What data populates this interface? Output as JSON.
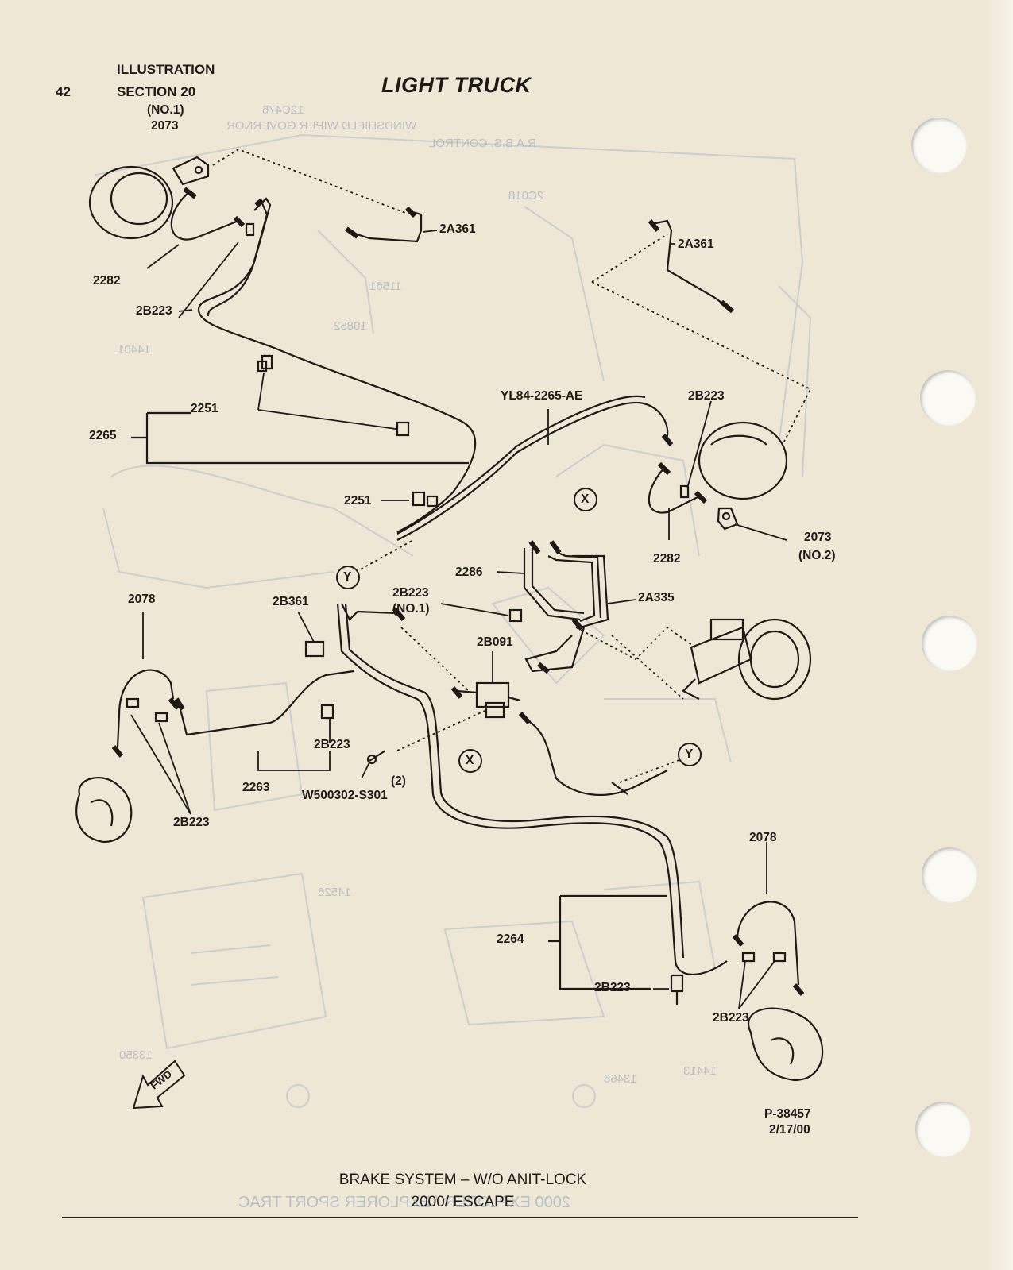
{
  "header": {
    "page_number": "42",
    "section_line1": "ILLUSTRATION",
    "section_line2": "SECTION 20",
    "title": "LIGHT TRUCK"
  },
  "footer": {
    "caption_line1": "BRAKE SYSTEM – W/O ANIT-LOCK",
    "caption_line2": "2000/ ESCAPE",
    "figure_number": "P-38457",
    "figure_date": "2/17/00"
  },
  "labels": {
    "no1_top": "(NO.1)",
    "part_2073_top": "2073",
    "part_2282_left": "2282",
    "part_2b223_left": "2B223",
    "part_2a361_a": "2A361",
    "part_2a361_b": "2A361",
    "part_2251_a": "2251",
    "part_2265": "2265",
    "part_2251_b": "2251",
    "part_yl84": "YL84-2265-AE",
    "part_2b223_right": "2B223",
    "part_2073_right": "2073",
    "no2_right": "(NO.2)",
    "part_2282_right": "2282",
    "part_2286": "2286",
    "part_2a335": "2A335",
    "part_2b223_no1": "2B223",
    "no1_mid": "(NO.1)",
    "part_2b091": "2B091",
    "part_2078_left": "2078",
    "part_2b361": "2B361",
    "part_2b223_center": "2B223",
    "part_2263": "2263",
    "part_2b223_lowleft": "2B223",
    "part_w500302": "W500302-S301",
    "qty_2": "(2)",
    "part_2078_right": "2078",
    "part_2264": "2264",
    "part_2b223_bottom": "2B223",
    "part_2b223_bottomright": "2B223",
    "marker_x1": "X",
    "marker_x2": "X",
    "marker_y1": "Y",
    "marker_y2": "Y",
    "fwd": "FWD"
  },
  "ghost_labels": {
    "windshield": "WINDSHIELD WIPER GOVERNOR",
    "rabs": "R.A.B.S. CONTROL",
    "g_12c476": "12C476",
    "g_2c018": "2C018",
    "g_11561": "11561",
    "g_10852": "10852",
    "g_14401": "14401",
    "g_14526": "14526",
    "g_13350": "13350",
    "g_13466": "13466",
    "g_14413": "14413",
    "g_explorer": "2000 EXPLORER / EXPLORER SPORT TRAC"
  },
  "colors": {
    "paper": "#efe7d6",
    "ink": "#1d1a16",
    "ghost": "#8aa0b8"
  }
}
